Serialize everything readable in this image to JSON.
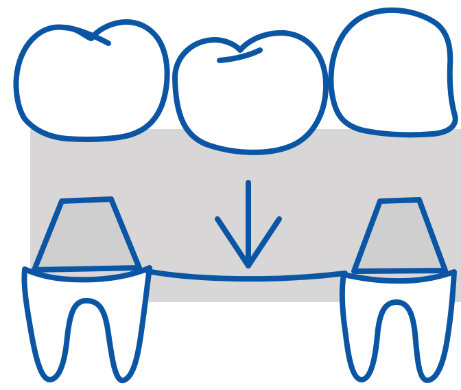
{
  "diagram": {
    "colors": {
      "outline": "#0b56a4",
      "background_panel": "#d8d6d6",
      "tooth_fill": "#ffffff",
      "abutment_fill": "#d0cfcf"
    },
    "components": {
      "bridge": {
        "crowns": [
          "left-crown",
          "middle-pontic",
          "right-crown"
        ]
      },
      "abutments": [
        "left-abutment",
        "right-abutment"
      ],
      "direction_icon": "down-arrow-icon"
    }
  }
}
